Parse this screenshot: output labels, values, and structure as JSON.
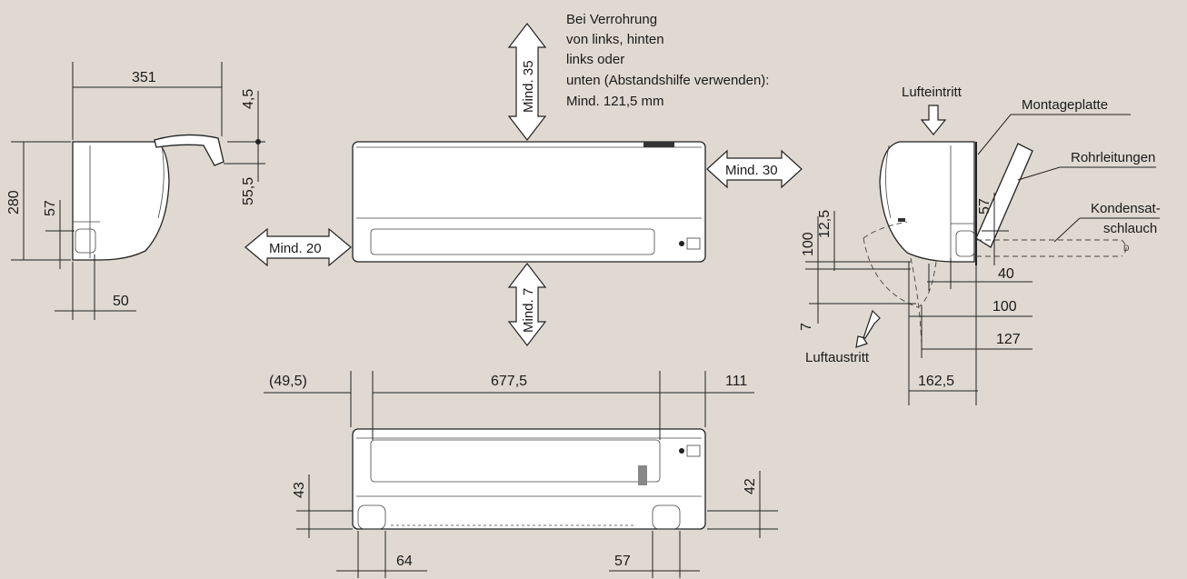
{
  "side_view_left": {
    "width": "351",
    "top_offset": "4,5",
    "height": "280",
    "wall_to_rear": "57",
    "pipe_clear": "55,5",
    "bottom_offset": "50"
  },
  "front_view": {
    "note_lines": [
      "Bei Verrohrung",
      "von links, hinten",
      "links oder",
      "unten (Abstandshilfe verwenden):",
      "Mind. 121,5 mm"
    ],
    "clear_top": "Mind. 35",
    "clear_left": "Mind. 20",
    "clear_right": "Mind. 30",
    "clear_bottom": "Mind. 7"
  },
  "side_view_right": {
    "air_inlet": "Lufteintritt",
    "mounting_plate": "Montageplatte",
    "piping": "Rohrleitungen",
    "drain_hose_line1": "Kondensat-",
    "drain_hose_line2": "schlauch",
    "air_outlet": "Luftaustritt",
    "dim_100_v": "100",
    "dim_12_5": "12,5",
    "dim_57": "57",
    "dim_7": "7",
    "dim_40": "40",
    "dim_100_h": "100",
    "dim_127": "127",
    "dim_162_5": "162,5"
  },
  "bottom_view": {
    "left_offset": "(49,5)",
    "center_width": "677,5",
    "right_offset": "111",
    "left_height": "43",
    "right_height": "42",
    "left_bottom": "64",
    "right_bottom": "57"
  }
}
